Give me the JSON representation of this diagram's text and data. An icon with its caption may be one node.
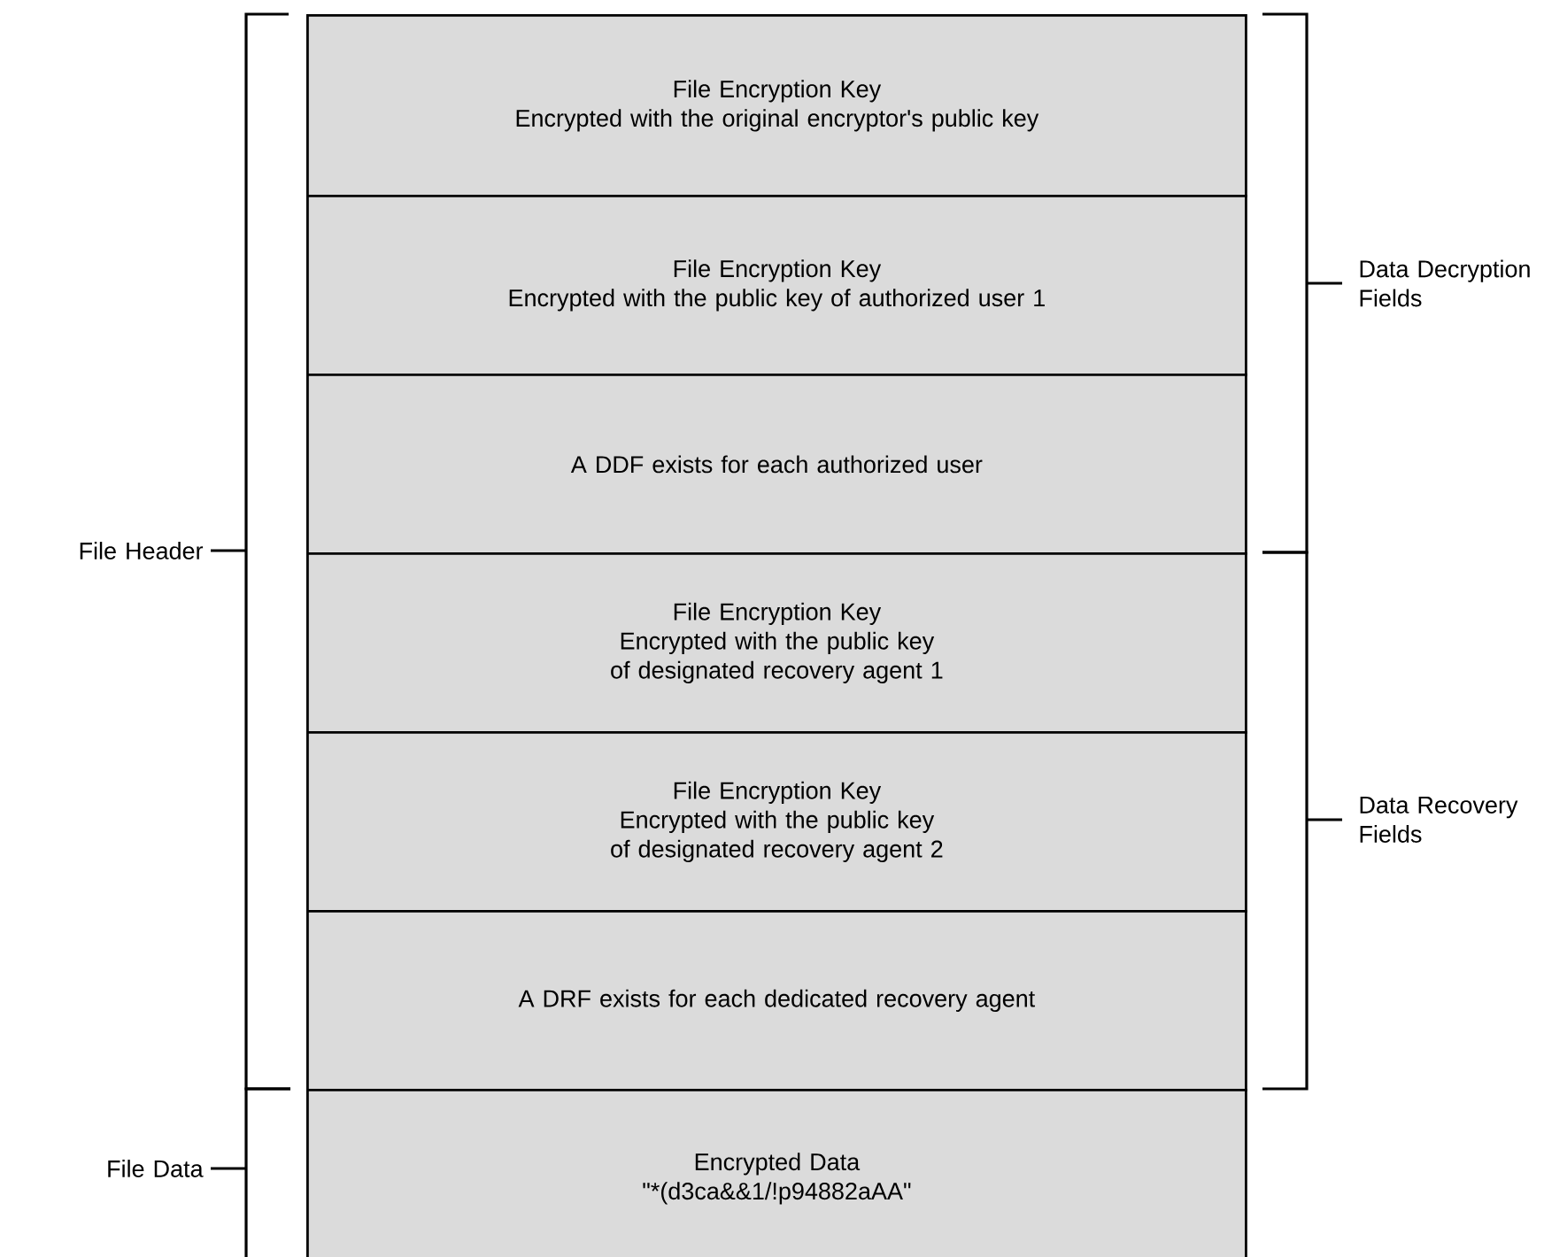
{
  "diagram": {
    "nodes": [
      {
        "text": [
          "File Encryption Key",
          "Encrypted with the original encryptor's public key"
        ]
      },
      {
        "text": [
          "File Encryption Key",
          "Encrypted with the public key of authorized user 1"
        ]
      },
      {
        "text": [
          "A DDF exists for each authorized user"
        ]
      },
      {
        "text": [
          "File Encryption Key",
          "Encrypted with the public key of designated recovery agent 1"
        ]
      },
      {
        "text": [
          "File Encryption Key",
          "Encrypted with the public key of designated recovery agent 2"
        ]
      },
      {
        "text": [
          "A DRF exists for each dedicated recovery agent"
        ]
      },
      {
        "text": [
          "Encrypted Data",
          "\"*(d3ca&&1/!p94882aAA\""
        ]
      }
    ],
    "labels": [
      "File Header",
      "Data Decryption Fields",
      "Data Recovery Fields",
      "File Data"
    ]
  }
}
